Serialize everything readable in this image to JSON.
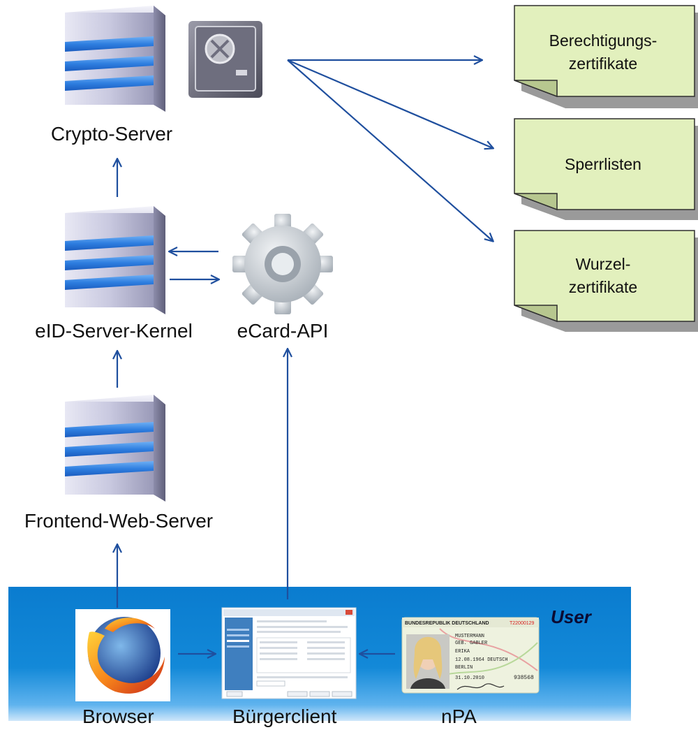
{
  "nodes": {
    "crypto_server": "Crypto-Server",
    "eid_server_kernel": "eID-Server-Kernel",
    "ecard_api": "eCard-API",
    "frontend_web_server": "Frontend-Web-Server"
  },
  "documents": [
    {
      "line1": "Berechtigungs-",
      "line2": "zertifikate"
    },
    {
      "line1": "Sperrlisten",
      "line2": ""
    },
    {
      "line1": "Wurzel-",
      "line2": "zertifikate"
    }
  ],
  "user_area": {
    "title": "User",
    "browser": "Browser",
    "buergerclient": "Bürgerclient",
    "npa": "nPA"
  },
  "id_card": {
    "header": "BUNDESREPUBLIK DEUTSCHLAND",
    "number": "T22000129",
    "surname": "MUSTERMANN",
    "birth_name": "GEB. GABLER",
    "given_name": "ERIKA",
    "dob": "12.08.1964 DEUTSCH",
    "place": "BERLIN",
    "expiry": "31.10.2010",
    "can": "938568"
  },
  "colors": {
    "arrow": "#1f4f9e",
    "note_fill": "#e2f0bd",
    "user_band": "#0a7ccf",
    "server_stripe": "#3a86e6"
  }
}
